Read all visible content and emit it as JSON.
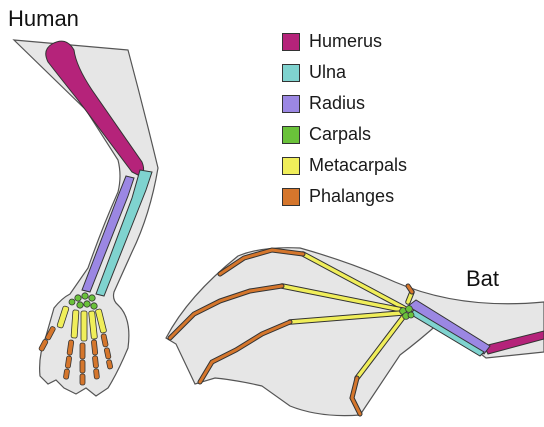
{
  "titles": {
    "human": "Human",
    "bat": "Bat"
  },
  "legend": [
    {
      "key": "humerus",
      "label": "Humerus",
      "color": "#b5237a"
    },
    {
      "key": "ulna",
      "label": "Ulna",
      "color": "#7fd3cf"
    },
    {
      "key": "radius",
      "label": "Radius",
      "color": "#9b87e3"
    },
    {
      "key": "carpals",
      "label": "Carpals",
      "color": "#6ac23a"
    },
    {
      "key": "metacarpals",
      "label": "Metacarpals",
      "color": "#f0ee5a"
    },
    {
      "key": "phalanges",
      "label": "Phalanges",
      "color": "#d5762c"
    }
  ],
  "colors": {
    "skin": "#e6e6e6",
    "outline": "#555555"
  }
}
